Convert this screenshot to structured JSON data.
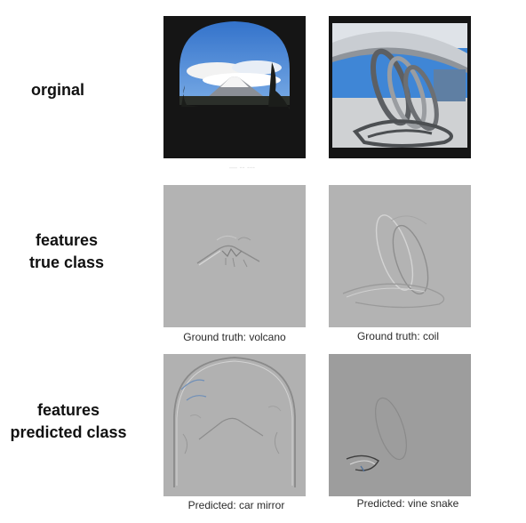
{
  "rows": {
    "original": {
      "label": "orginal"
    },
    "true_class": {
      "label_line1": "features",
      "label_line2": "true class"
    },
    "predicted_class": {
      "label_line1": "features",
      "label_line2": "predicted class"
    }
  },
  "captions": {
    "volcano_truth": "Ground truth: volcano",
    "coil_truth": "Ground truth: coil",
    "volcano_pred": "Predicted: car mirror",
    "coil_pred": "Predicted: vine snake"
  },
  "colors": {
    "panel_gray": "#b3b3b3",
    "panel_gray_dark": "#9d9d9d",
    "sky_blue": "#3f7ed4"
  }
}
